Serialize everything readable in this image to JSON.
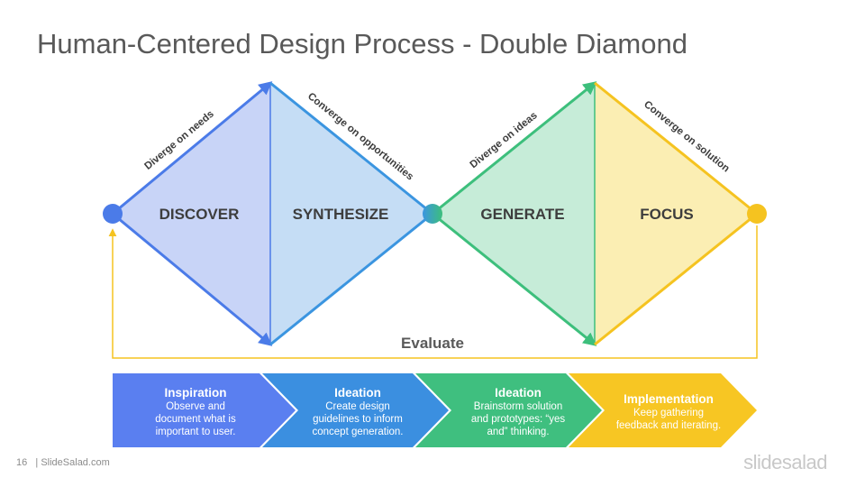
{
  "title": "Human-Centered Design Process - Double Diamond",
  "phases": [
    "DISCOVER",
    "SYNTHESIZE",
    "GENERATE",
    "FOCUS"
  ],
  "edge_labels": [
    "Diverge on needs",
    "Converge on opportunities",
    "Diverge on ideas",
    "Converge on solution"
  ],
  "loop_label": "Evaluate",
  "steps": [
    {
      "heading": "Inspiration",
      "text": "Observe and\ndocument what is\nimportant to user.",
      "color": "#5a7ff0"
    },
    {
      "heading": "Ideation",
      "text": "Create design\nguidelines to inform\nconcept generation.",
      "color": "#3b8fe0"
    },
    {
      "heading": "Ideation",
      "text": "Brainstorm solution\nand prototypes: “yes\nand” thinking.",
      "color": "#3fbf7f"
    },
    {
      "heading": "Implementation",
      "text": "Keep gathering\nfeedback and iterating.",
      "color": "#f7c623"
    }
  ],
  "colors": {
    "diamond1_left_fill": "#c8d4f7",
    "diamond1_right_fill": "#c5ddf5",
    "diamond2_left_fill": "#c6ecd8",
    "diamond2_right_fill": "#fbeeb3",
    "blue_line": "#4b7be8",
    "light_blue_line": "#3b95e0",
    "green_line": "#3dbf7c",
    "yellow_line": "#f5c320"
  },
  "footer": {
    "page_number": "16",
    "site": "| SlideSalad.com"
  },
  "brand": "slidesalad"
}
